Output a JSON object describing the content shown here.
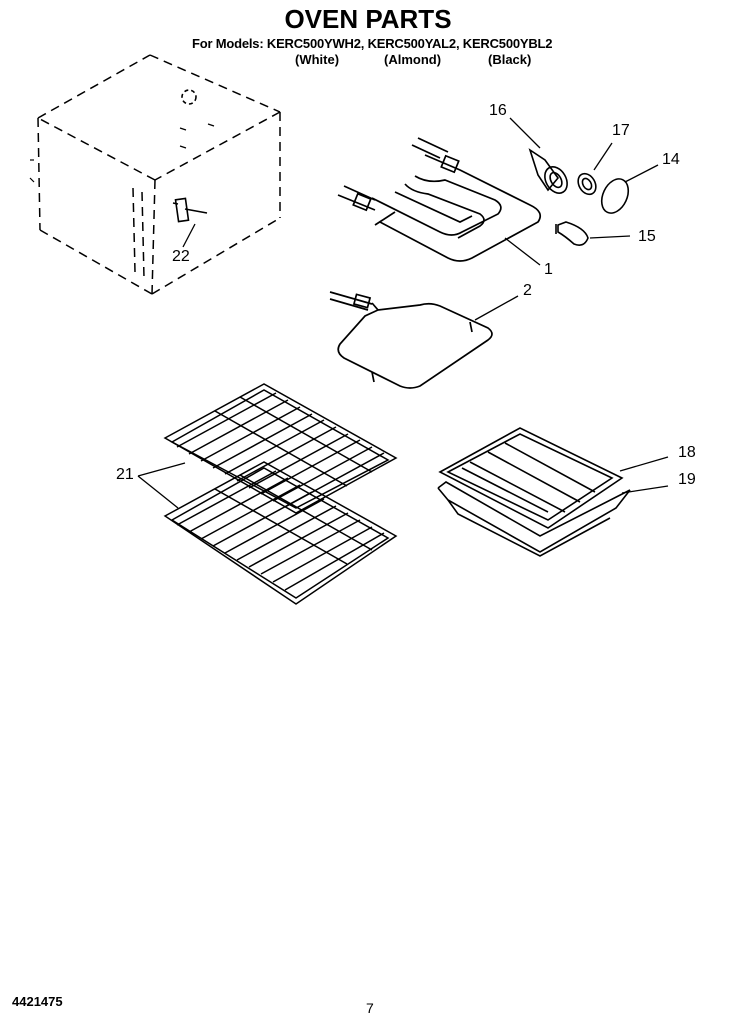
{
  "header": {
    "title": "OVEN PARTS",
    "models_line": "For Models: KERC500YWH2, KERC500YAL2, KERC500YBL2",
    "colors": [
      "(White)",
      "(Almond)",
      "(Black)"
    ]
  },
  "callouts": {
    "c1": "1",
    "c2": "2",
    "c14": "14",
    "c15": "15",
    "c16": "16",
    "c17": "17",
    "c18": "18",
    "c19": "19",
    "c21": "21",
    "c22": "22"
  },
  "footer": {
    "doc_number": "4421475",
    "page_number": "7"
  }
}
